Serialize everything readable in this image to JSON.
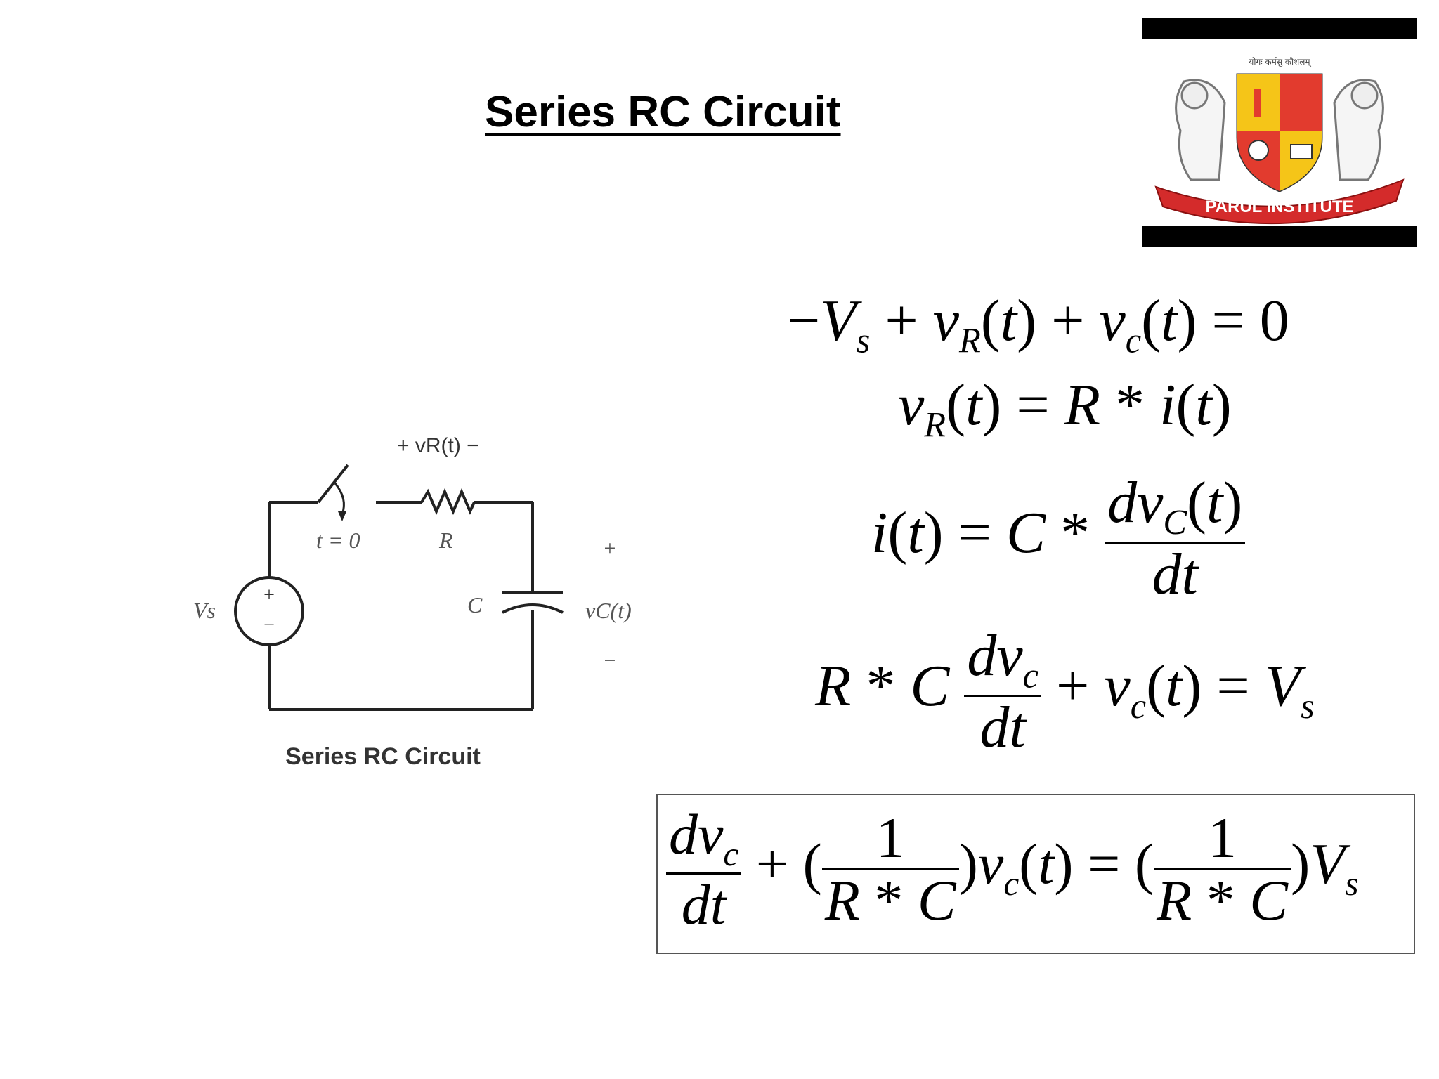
{
  "slide": {
    "title": "Series RC Circuit",
    "logo_text": "PARUL INSTITUTE",
    "logo_motto": "योगः कर्मसु कौशलम्"
  },
  "circuit": {
    "label_vr": "+ vR(t) −",
    "label_switch": "t = 0",
    "label_r": "R",
    "label_c": "C",
    "label_vs": "Vs",
    "label_vc": "vC(t)",
    "plus": "+",
    "minus": "−",
    "caption": "Series RC Circuit"
  },
  "equations": {
    "eq1": "−Vs + vR(t) + vc(t) = 0",
    "eq2": "vR(t) = R * i(t)",
    "eq3": "i(t) = C * dvC(t)/dt",
    "eq4": "R*C dvc/dt + vc(t) = Vs",
    "eq5": "dvc/dt + (1/(R*C))vc(t) = (1/(R*C))Vs"
  }
}
